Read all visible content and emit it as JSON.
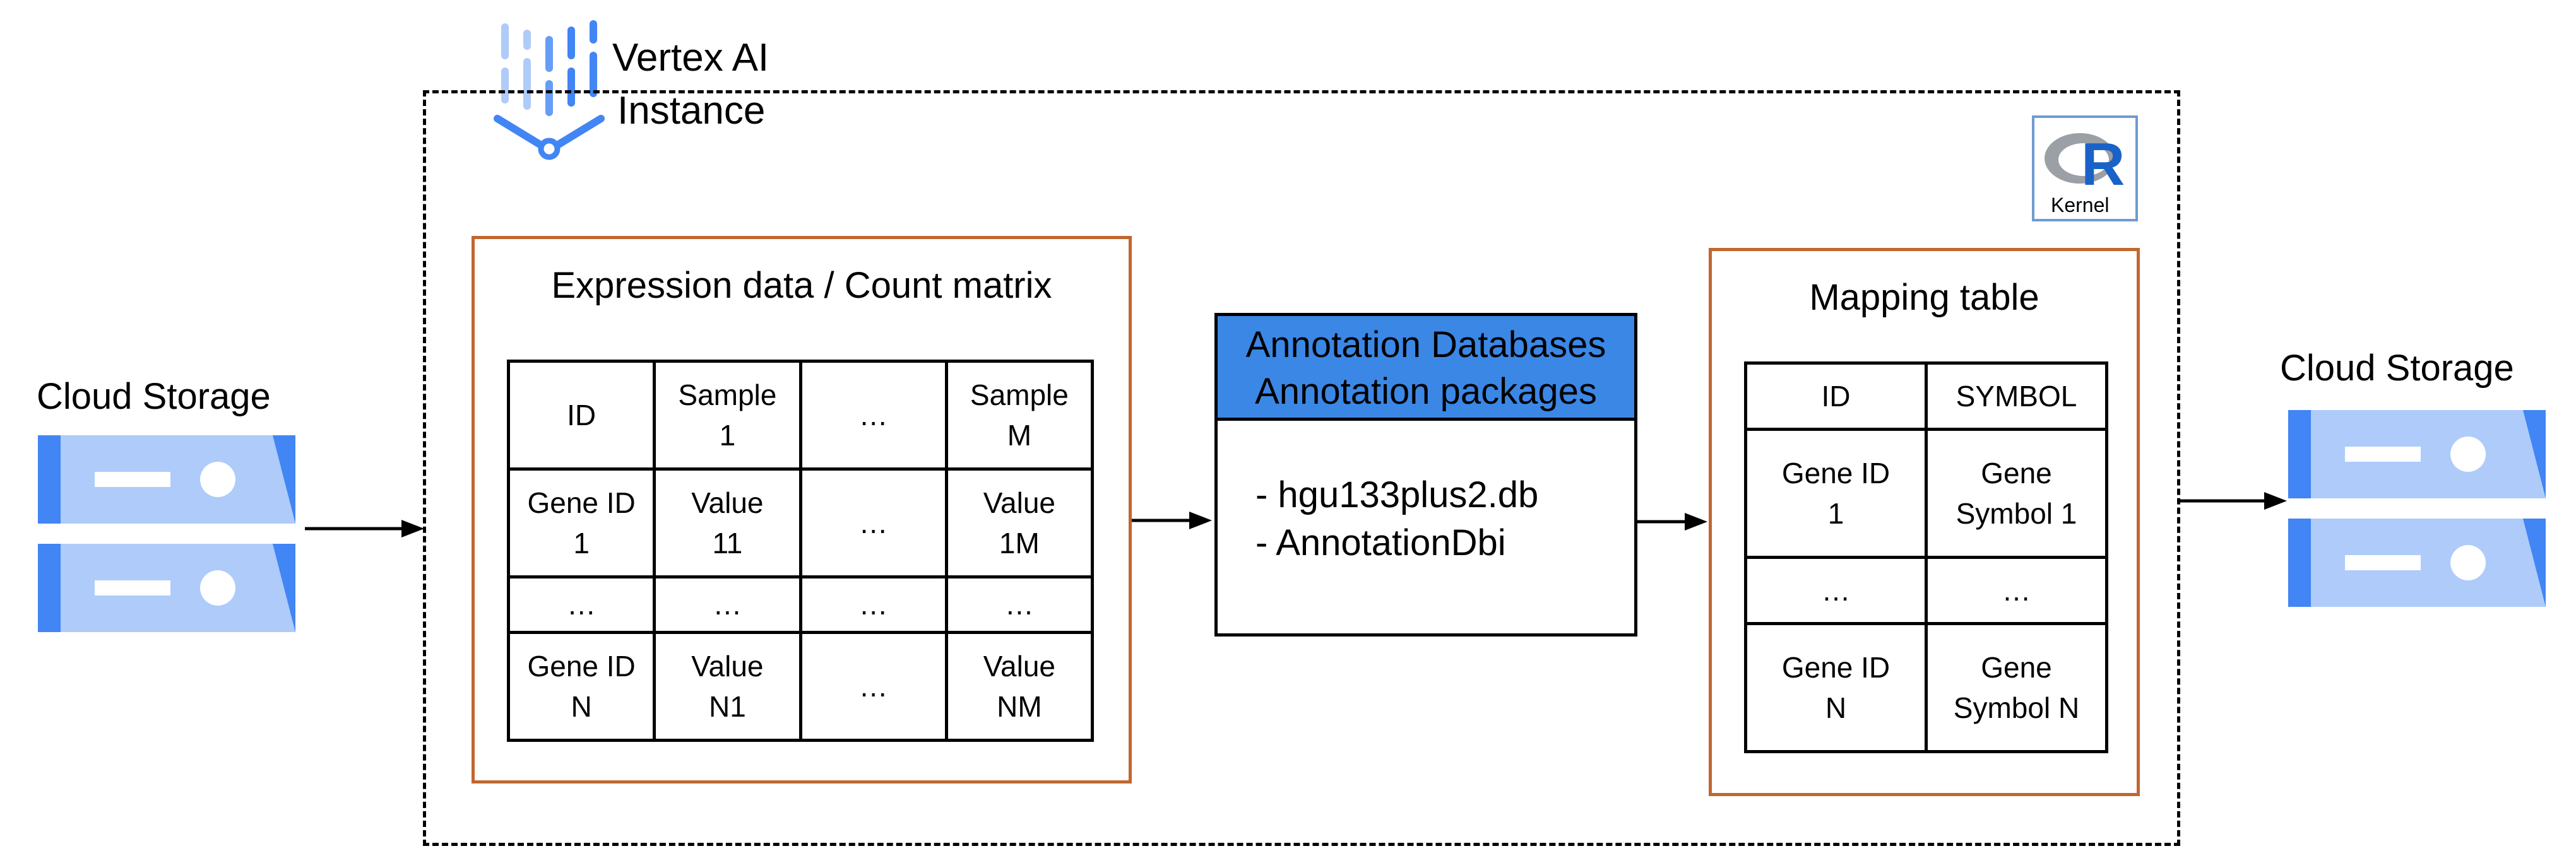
{
  "vertex": {
    "line1": "Vertex AI",
    "line2": "Instance"
  },
  "storage_left": {
    "label": "Cloud Storage"
  },
  "storage_right": {
    "label": "Cloud Storage"
  },
  "expression": {
    "title": "Expression data / Count matrix",
    "rows": [
      [
        "ID",
        "Sample\n1",
        "…",
        "Sample\nM"
      ],
      [
        "Gene ID\n1",
        "Value\n11",
        "…",
        "Value\n1M"
      ],
      [
        "…",
        "…",
        "…",
        "…"
      ],
      [
        "Gene ID\nN",
        "Value\nN1",
        "…",
        "Value\nNM"
      ]
    ]
  },
  "annotation": {
    "header_line1": "Annotation Databases",
    "header_line2": "Annotation packages",
    "items": [
      "- hgu133plus2.db",
      "- AnnotationDbi"
    ]
  },
  "mapping": {
    "title": "Mapping table",
    "rows": [
      [
        "ID",
        "SYMBOL"
      ],
      [
        "Gene ID\n1",
        "Gene\nSymbol 1"
      ],
      [
        "…",
        "…"
      ],
      [
        "Gene ID\nN",
        "Gene\nSymbol N"
      ]
    ]
  },
  "kernel": {
    "label": "Kernel",
    "letter": "R"
  },
  "colors": {
    "accent_blue": "#3b87e6",
    "box_orange": "#c0672f",
    "storage_light": "#aecbfa",
    "storage_dark": "#4285f4"
  }
}
